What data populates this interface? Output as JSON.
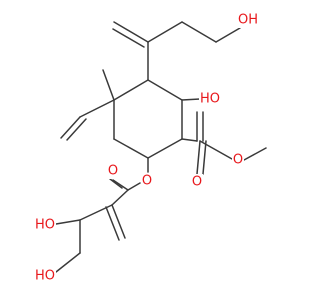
{
  "colors": {
    "bond": "#3a3a3a",
    "oxygen": "#e8171b",
    "background": "#ffffff"
  },
  "atom_labels": [
    {
      "id": "o-hydroxymethyl-top",
      "text": "OH"
    },
    {
      "id": "o-ring-hydroxyl",
      "text": "HO"
    },
    {
      "id": "o-ester-ring",
      "text": "O"
    },
    {
      "id": "o-carbonyl-left",
      "text": "O"
    },
    {
      "id": "o-carbonyl-right",
      "text": "O"
    },
    {
      "id": "o-methoxy",
      "text": "O"
    },
    {
      "id": "o-side-hydroxyl",
      "text": "HO"
    },
    {
      "id": "o-terminal-hydroxyl",
      "text": "HO"
    }
  ]
}
